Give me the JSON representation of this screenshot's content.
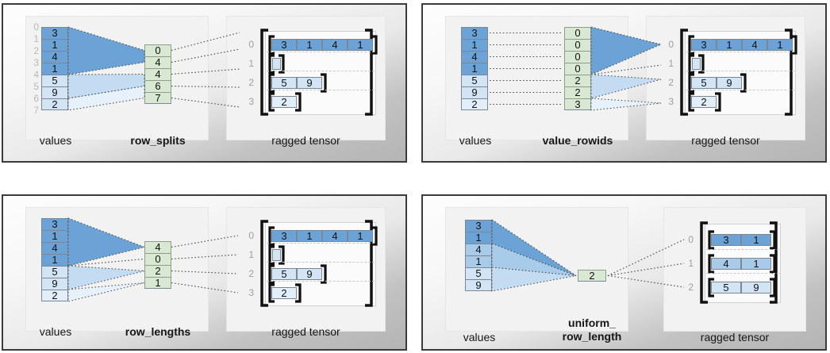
{
  "panels": [
    {
      "id": "row-splits",
      "values_label": "values",
      "partition_label": "row_splits",
      "tensor_label": "ragged tensor",
      "values": [
        3,
        1,
        4,
        1,
        5,
        9,
        2
      ],
      "value_shades": [
        "dark",
        "dark",
        "dark",
        "dark",
        "light",
        "light",
        "light"
      ],
      "value_index_labels": [
        "0",
        "1",
        "2",
        "3",
        "4",
        "5",
        "6",
        "7"
      ],
      "partition": [
        "0",
        "4",
        "4",
        "6",
        "7"
      ],
      "tensor_row_labels": [
        "0",
        "1",
        "2",
        "3"
      ],
      "tensor_rows": [
        {
          "cells": [
            3,
            1,
            4,
            1
          ],
          "shade": "dark"
        },
        {
          "cells": [],
          "shade": "light"
        },
        {
          "cells": [
            5,
            9
          ],
          "shade": "light"
        },
        {
          "cells": [
            2
          ],
          "shade": "pale"
        }
      ]
    },
    {
      "id": "value-rowids",
      "values_label": "values",
      "partition_label": "value_rowids",
      "tensor_label": "ragged tensor",
      "values": [
        3,
        1,
        4,
        1,
        5,
        9,
        2
      ],
      "value_shades": [
        "dark",
        "dark",
        "dark",
        "dark",
        "light",
        "light",
        "pale"
      ],
      "value_index_labels": [],
      "partition": [
        "0",
        "0",
        "0",
        "0",
        "2",
        "2",
        "3"
      ],
      "tensor_row_labels": [
        "0",
        "1",
        "2",
        "3"
      ],
      "tensor_rows": [
        {
          "cells": [
            3,
            1,
            4,
            1
          ],
          "shade": "dark"
        },
        {
          "cells": [],
          "shade": "light"
        },
        {
          "cells": [
            5,
            9
          ],
          "shade": "light"
        },
        {
          "cells": [
            2
          ],
          "shade": "pale"
        }
      ]
    },
    {
      "id": "row-lengths",
      "values_label": "values",
      "partition_label": "row_lengths",
      "tensor_label": "ragged tensor",
      "values": [
        3,
        1,
        4,
        1,
        5,
        9,
        2
      ],
      "value_shades": [
        "dark",
        "dark",
        "dark",
        "dark",
        "light",
        "light",
        "pale"
      ],
      "value_index_labels": [],
      "partition": [
        "4",
        "0",
        "2",
        "1"
      ],
      "tensor_row_labels": [
        "0",
        "1",
        "2",
        "3"
      ],
      "tensor_rows": [
        {
          "cells": [
            3,
            1,
            4,
            1
          ],
          "shade": "dark"
        },
        {
          "cells": [],
          "shade": "light"
        },
        {
          "cells": [
            5,
            9
          ],
          "shade": "light"
        },
        {
          "cells": [
            2
          ],
          "shade": "pale"
        }
      ]
    },
    {
      "id": "uniform-row-length",
      "values_label": "values",
      "partition_label": "uniform_\nrow_length",
      "tensor_label": "ragged tensor",
      "values": [
        3,
        1,
        4,
        1,
        5,
        9
      ],
      "value_shades": [
        "dark",
        "dark",
        "mid",
        "mid",
        "light",
        "light"
      ],
      "value_index_labels": [],
      "partition": [
        "2"
      ],
      "tensor_row_labels": [
        "0",
        "1",
        "2"
      ],
      "tensor_rows": [
        {
          "cells": [
            3,
            1
          ],
          "shade": "dark"
        },
        {
          "cells": [
            4,
            1
          ],
          "shade": "mid"
        },
        {
          "cells": [
            5,
            9
          ],
          "shade": "light"
        }
      ]
    }
  ],
  "colors": {
    "value_dark": "#6ba3d6",
    "value_mid": "#a7cbe8",
    "value_light": "#d3e5f5",
    "value_pale": "#e2eefa",
    "partition_green": "#d9e8d2",
    "fan_dark": "#6ba3d6",
    "fan_mid": "#a7cbe8",
    "fan_light": "#d3e5f5",
    "panel_border": "#3b3b3b",
    "index_label": "#b9b9b9"
  }
}
